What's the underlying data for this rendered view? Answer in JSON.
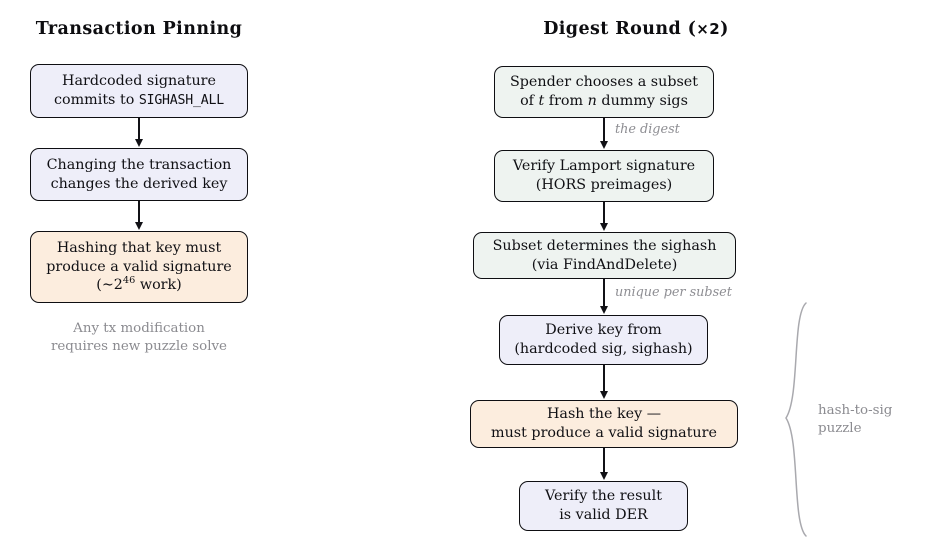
{
  "figure": {
    "kind": "two-column-flowchart",
    "columns": [
      {
        "id": "transaction-pinning",
        "title": "Transaction Pinning",
        "nodes": [
          {
            "id": "hardcoded-signature",
            "lines": [
              "Hardcoded signature",
              "commits to SIGHASH_ALL"
            ],
            "mono_token": "SIGHASH_ALL",
            "fill": "#eeeef9"
          },
          {
            "id": "changing-transaction",
            "lines": [
              "Changing the transaction",
              "changes the derived key"
            ],
            "fill": "#eeeef9"
          },
          {
            "id": "hashing-key",
            "lines": [
              "Hashing that key must",
              "produce a valid signature",
              "(~2^46 work)"
            ],
            "fill": "#fcedde"
          }
        ],
        "note": [
          "Any tx modification",
          "requires new puzzle solve"
        ]
      },
      {
        "id": "digest-round",
        "title": "Digest Round",
        "title_suffix": "(×2)",
        "multiplier": "×2",
        "nodes": [
          {
            "id": "spender-chooses-subset",
            "lines": [
              "Spender chooses a subset",
              "of t from n dummy sigs"
            ],
            "fill": "#eef3f0"
          },
          {
            "id": "verify-lamport-signature",
            "lines": [
              "Verify Lamport signature",
              "(HORS preimages)"
            ],
            "fill": "#eef3f0"
          },
          {
            "id": "subset-determines-sighash",
            "lines": [
              "Subset determines the sighash",
              "(via FindAndDelete)"
            ],
            "fill": "#eef3f0"
          },
          {
            "id": "derive-key",
            "lines": [
              "Derive key from",
              "(hardcoded sig, sighash)"
            ],
            "fill": "#eeeef9"
          },
          {
            "id": "hash-the-key",
            "lines": [
              "Hash the key —",
              "must produce a valid signature"
            ],
            "fill": "#fcedde"
          },
          {
            "id": "verify-der",
            "lines": [
              "Verify the result",
              "is valid DER"
            ],
            "fill": "#eeeef9"
          }
        ],
        "edge_labels": [
          "the digest",
          "unique per subset"
        ],
        "brace_label": [
          "hash-to-sig",
          "puzzle"
        ]
      }
    ],
    "colors": {
      "lavender_fill": "#eeeef9",
      "peach_fill": "#fcedde",
      "mint_fill": "#eef3f0",
      "border": "#0e0e12",
      "muted_text": "#8b8b90",
      "text": "#101014",
      "background": "#ffffff"
    }
  },
  "text": {
    "title_left": "Transaction Pinning",
    "title_right_main": "Digest Round",
    "title_right_paren_open": "(",
    "title_right_times": "×2",
    "title_right_paren_close": ")",
    "l1_a": "Hardcoded signature",
    "l1_b_pre": "commits to ",
    "l1_b_mono": "SIGHASH_ALL",
    "l2_a": "Changing the transaction",
    "l2_b": "changes the derived key",
    "l3_a": "Hashing that key must",
    "l3_b": "produce a valid signature",
    "l3_c_pre": "(∼2",
    "l3_c_sup": "46",
    "l3_c_post": " work)",
    "note_a": "Any tx modification",
    "note_b": "requires new puzzle solve",
    "r1_a": "Spender chooses a subset",
    "r1_b_pre": "of ",
    "r1_b_t": "t",
    "r1_b_mid": " from ",
    "r1_b_n": "n",
    "r1_b_post": " dummy sigs",
    "r2_a": "Verify Lamport signature",
    "r2_b": "(HORS preimages)",
    "r3_a": "Subset determines the sighash",
    "r3_b": "(via FindAndDelete)",
    "r4_a": "Derive key from",
    "r4_b": "(hardcoded sig, sighash)",
    "r5_a": "Hash the key —",
    "r5_b": "must produce a valid signature",
    "r6_a": "Verify the result",
    "r6_b": "is valid DER",
    "edge_digest": "the digest",
    "edge_unique": "unique per subset",
    "brace_a": "hash-to-sig",
    "brace_b": "puzzle"
  }
}
